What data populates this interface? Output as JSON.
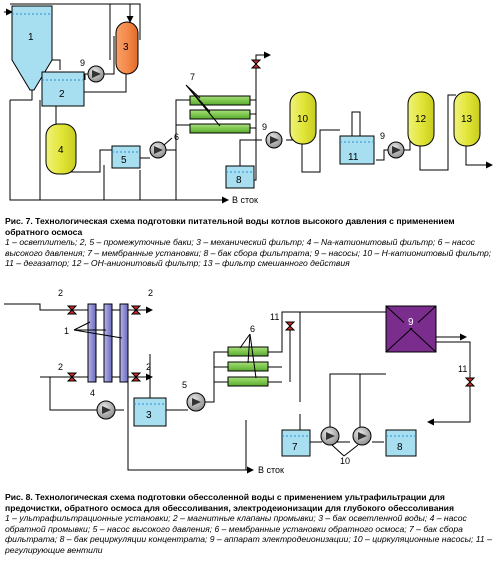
{
  "colors": {
    "tank_blue": "#a8dff0",
    "water_blue": "#2a8fd6",
    "filter_orange": "#f58a4a",
    "filter_yellow": "#e2e639",
    "membrane_green": "#7ec850",
    "uf_violet": "#8f8fd6",
    "edi_purple": "#7a2d8c",
    "valve_red": "#d42a2a",
    "pump_grey": "#9a9a9a",
    "line": "#000000"
  },
  "fig1": {
    "labels": {
      "n1": "1",
      "n2": "2",
      "n3": "3",
      "n4": "4",
      "n5": "5",
      "n6": "6",
      "n7": "7",
      "n8": "8",
      "n9a": "9",
      "n9b": "9",
      "n9c": "9",
      "n10": "10",
      "n11": "11",
      "n12": "12",
      "n13": "13"
    },
    "drain": "В сток",
    "caption_title": "Рис. 7. Технологическая схема подготовки питательной воды котлов высокого давления с применением обратного осмоса",
    "caption_legend": "1 – осветлитель; 2, 5 – промежуточные баки; 3 – механический фильтр; 4 – Na-катионитовый фильтр; 6 – насос высокого давления; 7 – мембранные установки; 8 – бак сбора фильтрата; 9 – насосы; 10 – Н-катионитовый фильтр; 11 – дегазатор; 12 – ОН-анионитовый фильтр; 13 – фильтр смешанного действия"
  },
  "fig2": {
    "labels": {
      "n1": "1",
      "n2a": "2",
      "n2b": "2",
      "n2c": "2",
      "n2d": "2",
      "n3": "3",
      "n4": "4",
      "n5": "5",
      "n6": "6",
      "n7": "7",
      "n8": "8",
      "n9": "9",
      "n10": "10",
      "n11a": "11",
      "n11b": "11"
    },
    "drain": "В сток",
    "caption_title": "Рис. 8. Технологическая схема подготовки обессоленной воды с применением ультрафильтрации для предочистки, обратного осмоса для обессоливания, электродеионизации для глубокого обессоливания",
    "caption_legend": "1 – ультрафильтрационные установки; 2 – магнитные клапаны промывки; 3 – бак осветленной воды; 4 – насос обратной промывки; 5 – насос высокого давления; 6 – мембранные установки обратного осмоса; 7 – бак сбора фильтрата; 8 – бак рециркуляции концентрата; 9 – аппарат электродеионизации; 10 – циркуляционные насосы; 11 – регулирующие вентили"
  }
}
